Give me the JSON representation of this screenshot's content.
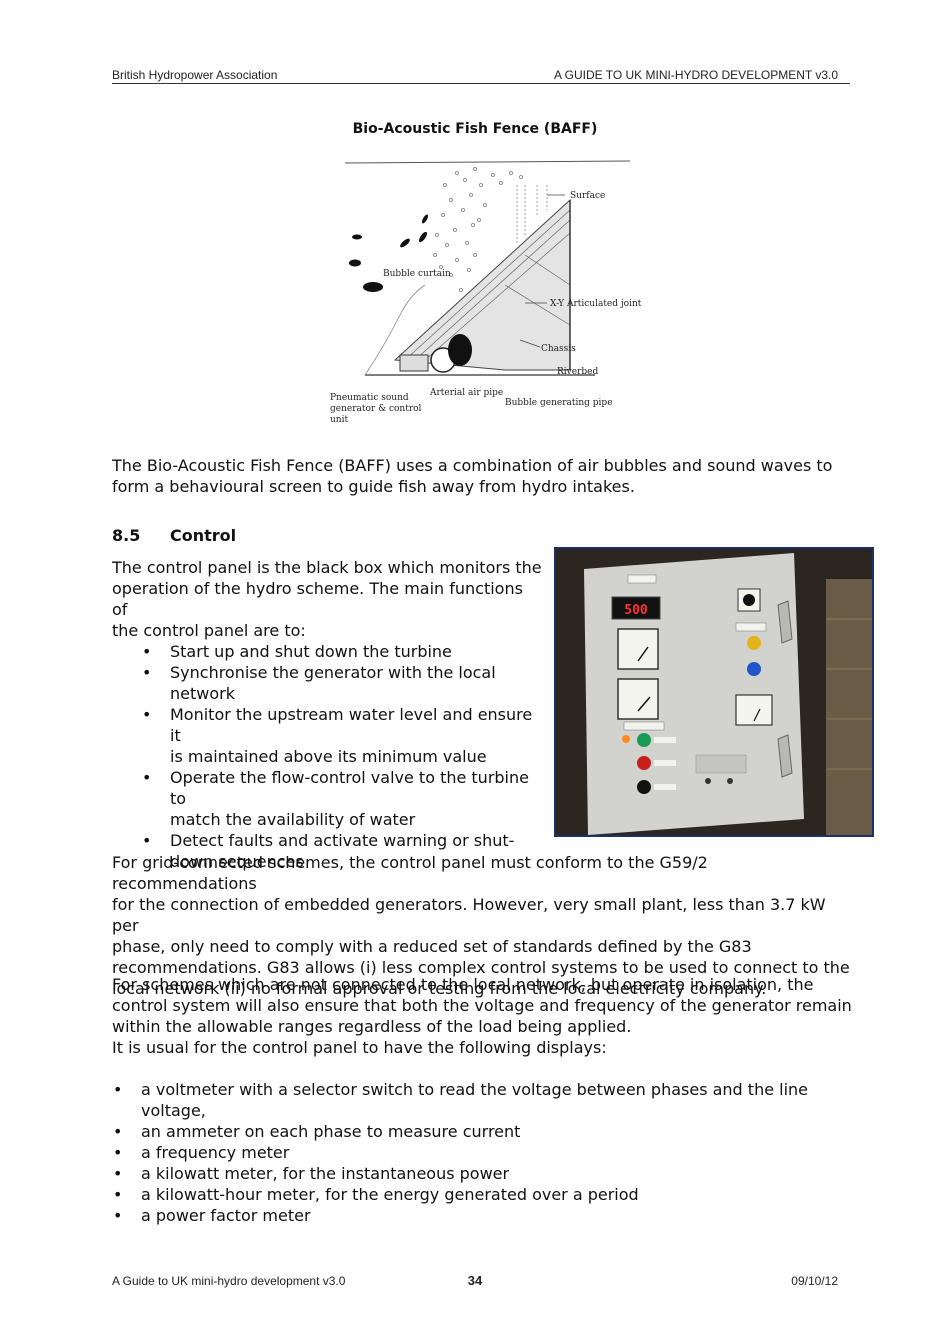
{
  "header": {
    "left": "British Hydropower Association",
    "right": "A GUIDE TO UK MINI-HYDRO DEVELOPMENT v3.0"
  },
  "figure": {
    "title": "Bio-Acoustic Fish Fence (BAFF)",
    "labels": {
      "surface": "Surface",
      "bubble_curtain": "Bubble curtain",
      "articulated_joint": "X-Y Articulated joint",
      "chassis": "Chassis",
      "riverbed": "Riverbed",
      "pneumatic": [
        "Pneumatic sound",
        "generator & control",
        "unit"
      ],
      "arterial": "Arterial air pipe",
      "bubble_pipe": "Bubble generating pipe"
    }
  },
  "intro_paragraph": [
    "The Bio-Acoustic Fish Fence (BAFF) uses a combination of air bubbles and sound waves to",
    "form a behavioural screen to guide fish away from hydro intakes."
  ],
  "section": {
    "number": "8.5",
    "title": "Control",
    "intro": [
      "The control panel is the black box which monitors the",
      "operation of the hydro scheme.  The main functions of",
      "the control panel are to:"
    ],
    "functions": [
      [
        "Start up and shut down the turbine"
      ],
      [
        "Synchronise the generator with the local",
        "network"
      ],
      [
        "Monitor the upstream water level and ensure it",
        "is maintained above its minimum value"
      ],
      [
        "Operate the flow-control valve to the turbine to",
        "match the availability of water"
      ],
      [
        "Detect faults and activate warning or shut-",
        "down sequences"
      ]
    ]
  },
  "panel_photo": {
    "meter_reading": "500"
  },
  "paragraph_grid": [
    "For grid-connected schemes, the control panel must conform to the G59/2 recommendations",
    "for the connection of embedded generators. However, very small plant, less than 3.7 kW per",
    "phase, only need to comply with a reduced set of standards defined by the G83",
    "recommendations.  G83 allows (i) less complex control systems to be used to connect to the",
    "local network (ii) no formal approval or testing from the local electricity company."
  ],
  "paragraph_isolated": [
    "For schemes which are not connected to the local network, but operate in isolation, the",
    "control system will also ensure that both the voltage and frequency of the generator remain",
    "within the allowable ranges regardless of the load being applied.",
    "It is usual for the control panel to have the following displays:"
  ],
  "displays": [
    [
      "a voltmeter with a selector switch to read the voltage between phases and the line",
      "voltage,"
    ],
    [
      "an ammeter on each phase to measure current"
    ],
    [
      "a frequency meter"
    ],
    [
      "a kilowatt meter, for the instantaneous power"
    ],
    [
      "a kilowatt-hour meter, for the energy generated over a period"
    ],
    [
      "a power factor meter"
    ]
  ],
  "bullet_char": "•",
  "footer": {
    "left": "A Guide to UK mini-hydro development v3.0",
    "page": "34",
    "date": "09/10/12"
  }
}
